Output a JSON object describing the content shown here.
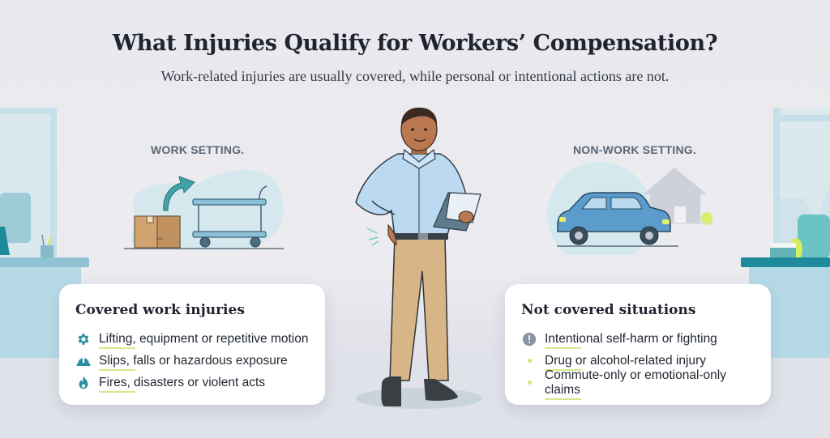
{
  "header": {
    "title": "What Injuries Qualify for Workers’ Compensation?",
    "subtitle": "Work-related injuries are usually covered, while personal or intentional actions are not."
  },
  "work_setting": {
    "label": "WORK SETTING.",
    "icons": [
      "box-icon",
      "arrow-icon",
      "cart-icon"
    ]
  },
  "non_work_setting": {
    "label": "NON-WORK SETTING.",
    "icons": [
      "car-icon",
      "house-icon"
    ]
  },
  "covered_card": {
    "title": "Covered work injuries",
    "items": [
      {
        "icon": "gear-icon",
        "text": "Lifting, equipment or repetitive motion"
      },
      {
        "icon": "hard-hat-icon",
        "text": "Slips, falls or hazardous exposure"
      },
      {
        "icon": "flame-icon",
        "text": "Fires, disasters or violent acts"
      }
    ]
  },
  "not_covered_card": {
    "title": "Not covered situations",
    "items": [
      {
        "icon": "exclamation-icon",
        "text": "Intentional self-harm or fighting"
      },
      {
        "icon": "bullet-dot",
        "text": "Drug or alcohol-related injury"
      },
      {
        "icon": "bullet-dot",
        "text": "Commute-only or emotional-only claims"
      }
    ]
  },
  "colors": {
    "teal_accent": "#2a8fa0",
    "lime_accent": "#d6e98a",
    "background": "#e9e9ee",
    "title_text": "#1f2430",
    "label_text": "#5a6877"
  }
}
